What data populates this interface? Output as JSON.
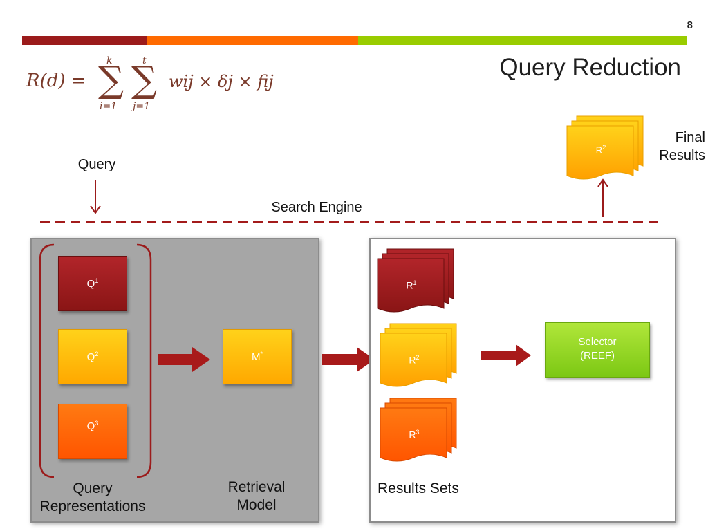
{
  "slide": {
    "page_number": "8",
    "title": "Query Reduction",
    "colors": {
      "dark_red": "#9b1b1b",
      "orange": "#ff6a00",
      "yellow": "#ffb800",
      "green": "#8ccf1a",
      "gray_panel": "#a6a6a6",
      "dashed_line": "#a31b1b"
    }
  },
  "formula": {
    "lhs": "R(d) =",
    "sum1_top": "k",
    "sum1_bottom": "i=1",
    "sum2_top": "t",
    "sum2_bottom": "j=1",
    "body": "wij × δj × fij"
  },
  "labels": {
    "query": "Query",
    "search_engine": "Search Engine",
    "final_results_1": "Final",
    "final_results_2": "Results",
    "query_representations_1": "Query",
    "query_representations_2": "Representations",
    "retrieval_model_1": "Retrieval",
    "retrieval_model_2": "Model",
    "results_sets": "Results Sets"
  },
  "boxes": {
    "q1": {
      "base": "Q",
      "sup": "1"
    },
    "q2": {
      "base": "Q",
      "sup": "2"
    },
    "q3": {
      "base": "Q",
      "sup": "3"
    },
    "m": {
      "base": "M",
      "sup": "*"
    },
    "r1": {
      "base": "R",
      "sup": "1"
    },
    "r2": {
      "base": "R",
      "sup": "2"
    },
    "r3": {
      "base": "R",
      "sup": "3"
    },
    "final_r2": {
      "base": "R",
      "sup": "2"
    },
    "selector_1": "Selector",
    "selector_2": "(REEF)"
  }
}
